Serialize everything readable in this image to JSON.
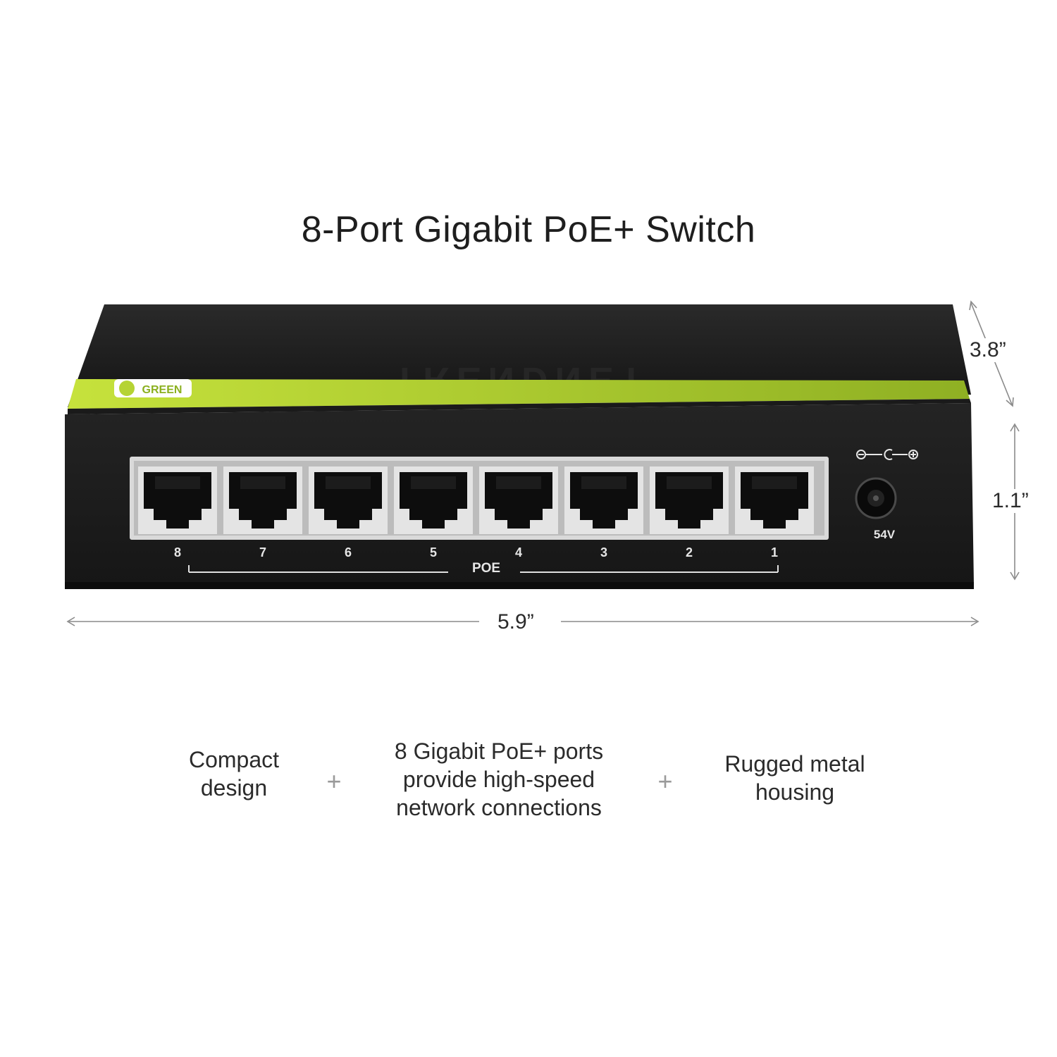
{
  "title": "8-Port Gigabit PoE+ Switch",
  "dimensions": {
    "depth": "3.8”",
    "height": "1.1”",
    "width": "5.9”"
  },
  "device": {
    "ports": [
      "8",
      "7",
      "6",
      "5",
      "4",
      "3",
      "2",
      "1"
    ],
    "poe_label": "POE",
    "power_label": "54V",
    "brand_text": "TRENDNET",
    "green_badge": "GREEN",
    "colors": {
      "body": "#1b1b1b",
      "accent_stripe": "#b5d334",
      "port_frame": "#d9d9d9"
    }
  },
  "features": [
    {
      "lines": [
        "Compact",
        "design"
      ]
    },
    {
      "lines": [
        "8 Gigabit PoE+ ports",
        "provide high-speed",
        "network connections"
      ]
    },
    {
      "lines": [
        "Rugged metal",
        "housing"
      ]
    }
  ],
  "separators": [
    "+",
    "+"
  ]
}
